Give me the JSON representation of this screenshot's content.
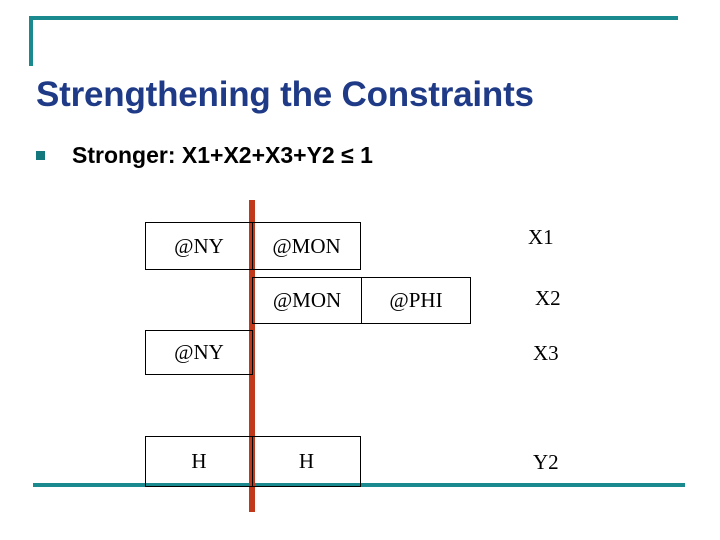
{
  "slide": {
    "title": "Strengthening the Constraints",
    "bullet": {
      "marker": "square-bullet",
      "text": "Stronger: X1+X2+X3+Y2 ≤ 1"
    }
  },
  "colors": {
    "title_blue": "#1f3a86",
    "rule_teal": "#1a8a8f",
    "bullet_teal": "#12787e",
    "divider_red": "#c0391a",
    "box_border": "#000000",
    "text_black": "#000000"
  },
  "diagram": {
    "divider_label": "vertical-time-divider",
    "rows": [
      {
        "label": "X1",
        "segments": [
          {
            "text": "@NY"
          },
          {
            "text": "@MON"
          }
        ]
      },
      {
        "label": "X2",
        "segments": [
          {
            "text": "@MON"
          },
          {
            "text": "@PHI"
          }
        ]
      },
      {
        "label": "X3",
        "segments": [
          {
            "text": "@NY"
          }
        ]
      },
      {
        "label": "Y2",
        "segments": [
          {
            "text": "H"
          },
          {
            "text": "H"
          }
        ]
      }
    ]
  }
}
